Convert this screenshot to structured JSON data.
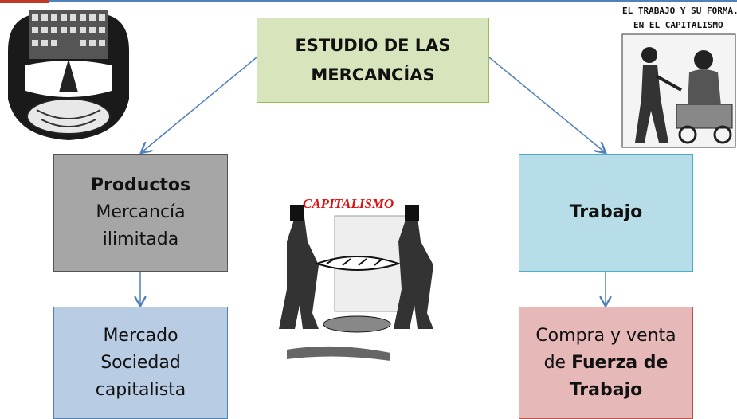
{
  "diagram": {
    "top": {
      "line1": "ESTUDIO DE LAS",
      "line2": "MERCANCÍAS"
    },
    "left_box": {
      "bold": "Productos",
      "line2": "Mercancía",
      "line3": "ilimitada"
    },
    "right_box": {
      "bold": "Trabajo"
    },
    "bottom_left": {
      "line1": "Mercado",
      "line2": "Sociedad",
      "line3": "capitalista"
    },
    "bottom_right": {
      "line1": "Compra y venta",
      "line2_prefix": "de ",
      "line2_bold": "Fuerza de",
      "line3_bold": "Trabajo"
    }
  },
  "images": {
    "center_caption": "CAPITALISMO",
    "top_right_caption_1": "EL TRABAJO Y SU FORMA...",
    "top_right_caption_2": "EN EL CAPITALISMO"
  },
  "colors": {
    "top_box": "#d8e4bc",
    "products_box": "#a6a6a6",
    "trabajo_box": "#b7dee8",
    "mercado_box": "#b8cce4",
    "compra_box": "#e6b9b8",
    "arrow": "#4f81bd"
  }
}
